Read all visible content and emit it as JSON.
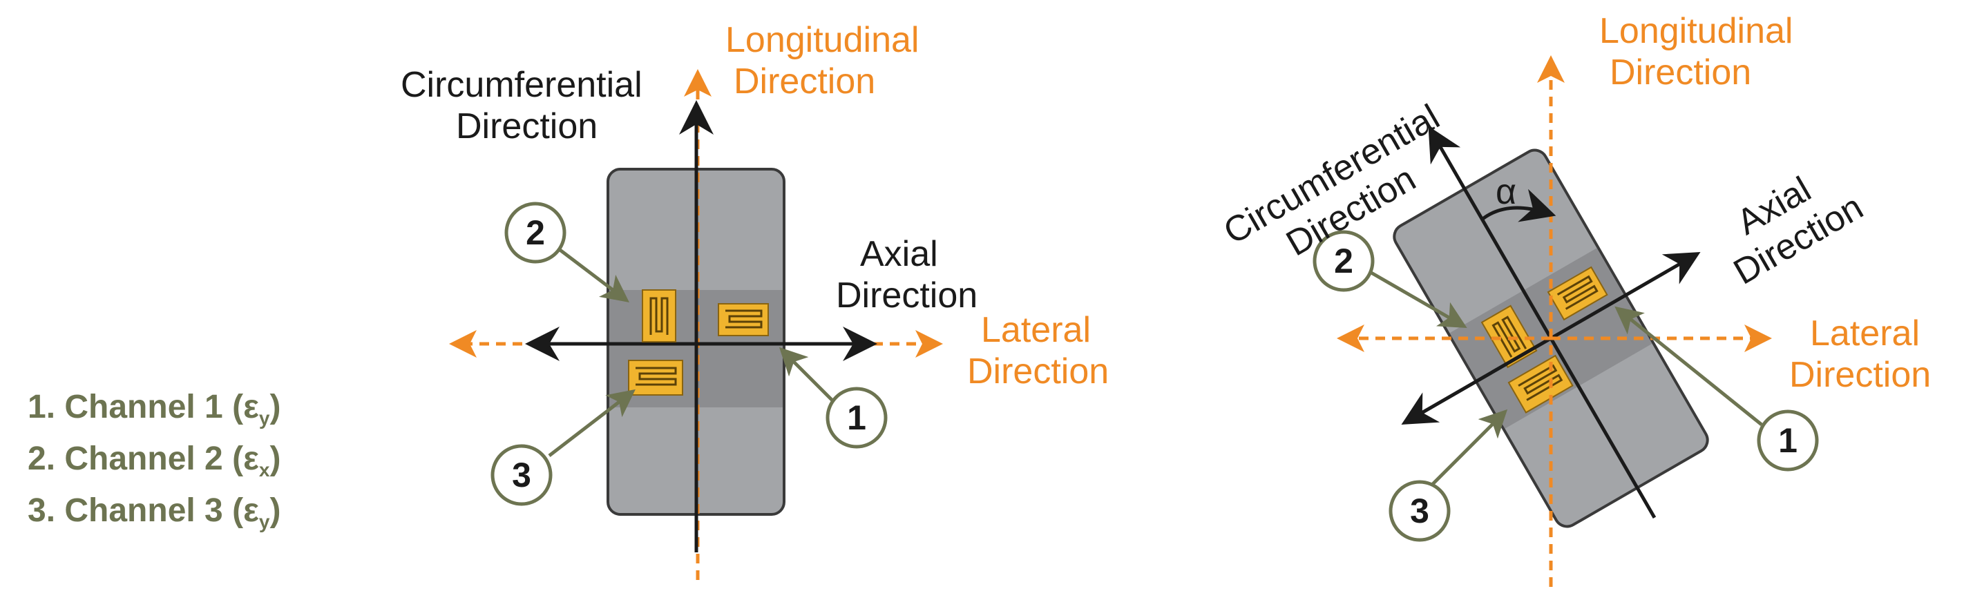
{
  "legend": [
    {
      "prefix": "1. Channel 1 (ε",
      "sub": "y",
      "suffix": ")"
    },
    {
      "prefix": "2. Channel 2 (ε",
      "sub": "x",
      "suffix": ")"
    },
    {
      "prefix": "3. Channel 3 (ε",
      "sub": "y",
      "suffix": ")"
    }
  ],
  "left": {
    "longitudinal": [
      "Longitudinal",
      "Direction"
    ],
    "circumferential": [
      "Circumferential",
      "Direction"
    ],
    "axial": [
      "Axial",
      "Direction"
    ],
    "lateral": [
      "Lateral",
      "Direction"
    ],
    "callouts": [
      "1",
      "2",
      "3"
    ]
  },
  "right": {
    "longitudinal": [
      "Longitudinal",
      "Direction"
    ],
    "circumferential": [
      "Circumferential",
      "Direction"
    ],
    "axial": [
      "Axial",
      "Direction"
    ],
    "lateral": [
      "Lateral",
      "Direction"
    ],
    "angle_label": "α",
    "callouts": [
      "1",
      "2",
      "3"
    ]
  },
  "colors": {
    "orange": "#f08a24",
    "olive": "#6d7451",
    "plate": "#a3a5a8",
    "band": "#8c8d90",
    "gauge": "#f0b42e"
  }
}
